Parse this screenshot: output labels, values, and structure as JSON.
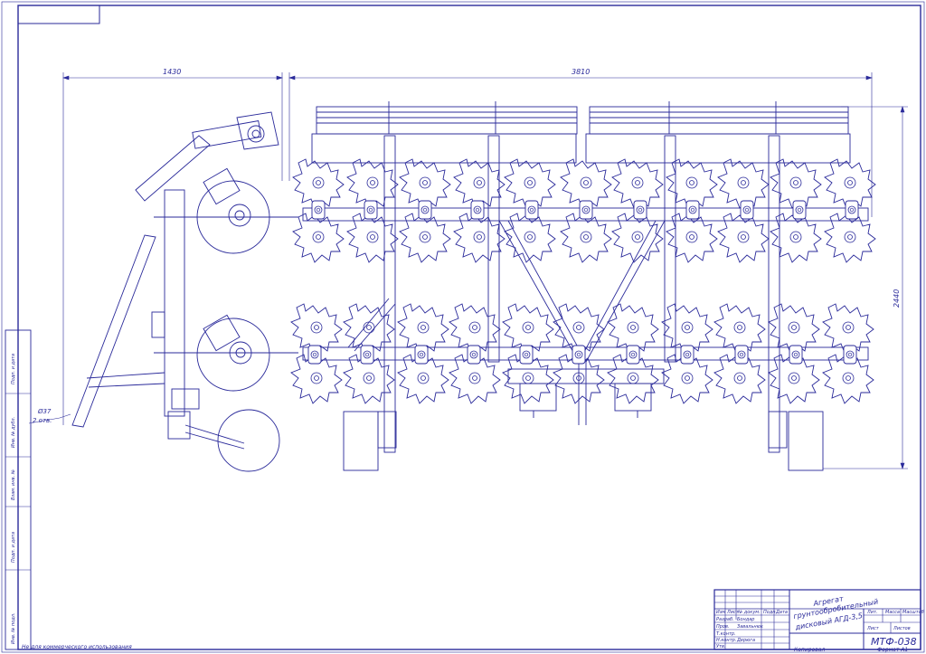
{
  "dimensions": {
    "width_left": "1430",
    "width_main": "3810",
    "height_right": "2440",
    "hole_dia": "Ø37",
    "hole_count": "2 отв."
  },
  "title_block": {
    "drawing_title_1": "Агрегат",
    "drawing_title_2": "грунтообробительный",
    "drawing_title_3": "дисковый АГД-3,5",
    "designation": "МТФ-038",
    "col_lit": "Лит.",
    "col_mass": "Масса",
    "col_scale": "Масштаб",
    "sheet_label": "Лист",
    "sheets_label": "Листов",
    "row_izm": "Изм",
    "row_list": "Лист",
    "row_ndoc": "№ докум.",
    "row_podp": "Подп.",
    "row_date": "Дата",
    "row_razrab": "Разраб.",
    "row_prov": "Пров.",
    "row_tkontr": "Т.контр.",
    "row_nkontr": "Н.контр.",
    "row_utv": "Утв.",
    "razrab_name": "Бондар",
    "prov_name": "Завальнюк",
    "nkontr_name": "Дерюга"
  },
  "footer": {
    "note_left": "Не для коммерческого использования",
    "copied": "Копировал",
    "format": "Формат  А1"
  },
  "side_stamp": {
    "f1": "Подп. и дата",
    "f2": "Инв. № дубл.",
    "f3": "Взам. инв. №",
    "f4": "Подп. и дата",
    "f5": "Инв. № подл."
  }
}
